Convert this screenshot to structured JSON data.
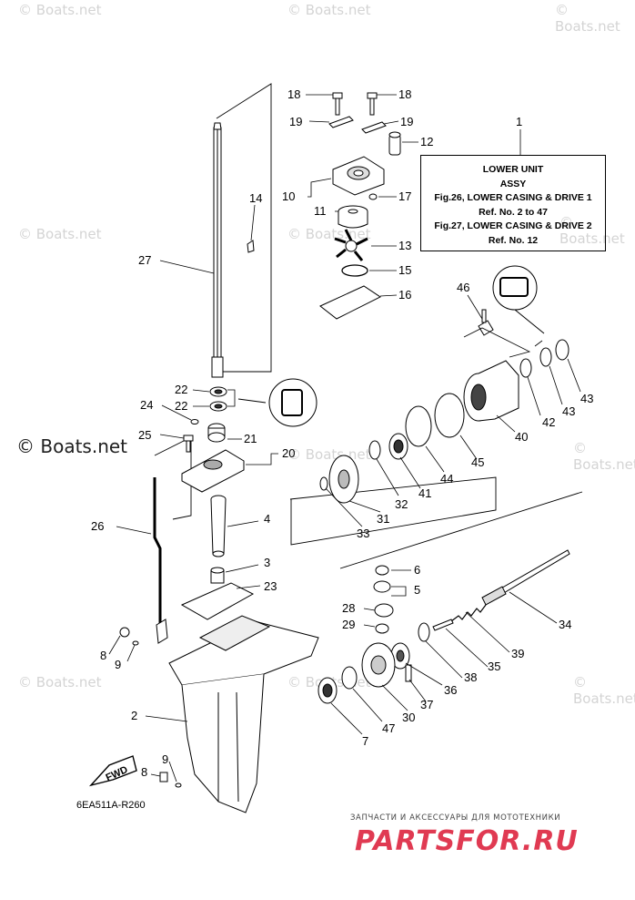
{
  "watermark": "© Boats.net",
  "watermark_large": "© Boats.net",
  "reference_box": {
    "title": "LOWER UNIT",
    "subtitle": "ASSY",
    "line1": "Fig.26, LOWER CASING & DRIVE 1",
    "line2": "Ref. No. 2 to 47",
    "line3": "Fig.27, LOWER CASING & DRIVE 2",
    "line4": "Ref. No. 12"
  },
  "callouts": {
    "c1": "1",
    "c2": "2",
    "c3": "3",
    "c4": "4",
    "c5": "5",
    "c6": "6",
    "c7": "7",
    "c8": "8",
    "c9": "9",
    "c10": "10",
    "c11": "11",
    "c12": "12",
    "c13": "13",
    "c14": "14",
    "c15": "15",
    "c16": "16",
    "c17": "17",
    "c18": "18",
    "c19": "19",
    "c20": "20",
    "c21": "21",
    "c22": "22",
    "c23": "23",
    "c24": "24",
    "c25": "25",
    "c26": "26",
    "c27": "27",
    "c28": "28",
    "c29": "29",
    "c30": "30",
    "c31": "31",
    "c32": "32",
    "c33": "33",
    "c34": "34",
    "c35": "35",
    "c36": "36",
    "c37": "37",
    "c38": "38",
    "c39": "39",
    "c40": "40",
    "c41": "41",
    "c42": "42",
    "c43": "43",
    "c44": "44",
    "c45": "45",
    "c46": "46",
    "c47": "47"
  },
  "fwd_label": "FWD",
  "diagram_code": "6EA511A-R260",
  "brand_tagline": "ЗАПЧАСТИ И АКСЕССУАРЫ ДЛЯ МОТОТЕХНИКИ",
  "brand_name": "PARTSFOR.RU",
  "brand_color": "#e03a52"
}
